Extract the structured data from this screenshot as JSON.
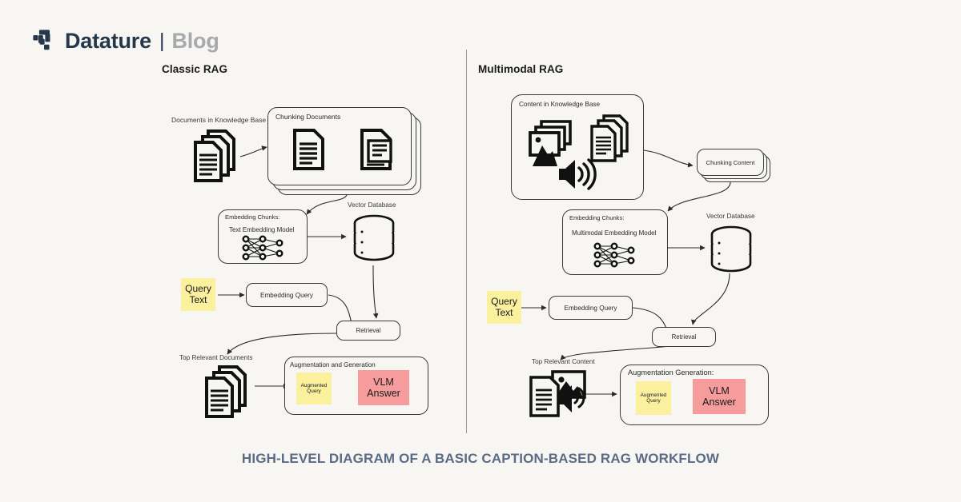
{
  "header": {
    "brand": "Datature",
    "separator": "|",
    "section": "Blog",
    "logo_icon": "datature-logo-icon",
    "brand_color": "#24374B",
    "section_color": "#A7A9AC"
  },
  "page": {
    "background_color": "#F7F6F2",
    "caption": "HIGH-LEVEL DIAGRAM OF A BASIC CAPTION-BASED RAG WORKFLOW",
    "caption_color": "#5A6B86"
  },
  "accents": {
    "yellow": "#FAF09E",
    "pink": "#F79C9C",
    "stroke": "#3A3A3A",
    "divider": "#9A9A96"
  },
  "panels": [
    {
      "id": "classic-rag",
      "title": "Classic RAG",
      "nodes": {
        "knowledge_base_label": "Documents in Knowledge Base",
        "knowledge_base_icon": "stacked-documents-icon",
        "chunking_card_label": "Chunking Documents",
        "chunking_source_icon": "document-icon",
        "chunking_result_icon": "chunked-document-icon",
        "embedding_card_label": "Embedding Chunks:",
        "embedding_model_label": "Text Embedding Model",
        "embedding_model_icon": "neural-network-icon",
        "vector_db_label": "Vector Database",
        "vector_db_icon": "database-cylinder-icon",
        "query_chip": "Query\nText",
        "query_chip_line1": "Query",
        "query_chip_line2": "Text",
        "embedding_query_label": "Embedding Query",
        "retrieval_label": "Retrieval",
        "top_relevant_label": "Top Relevant Documents",
        "top_relevant_icon": "stacked-documents-icon",
        "augmentation_card_label": "Augmentation and Generation",
        "augmented_query_line1": "Augmented",
        "augmented_query_line2": "Query",
        "vlm_answer_line1": "VLM",
        "vlm_answer_line2": "Answer"
      }
    },
    {
      "id": "multimodal-rag",
      "title": "Multimodal RAG",
      "nodes": {
        "knowledge_base_label": "Content in Knowledge Base",
        "knowledge_base_icons": [
          "stacked-images-icon",
          "stacked-documents-icon",
          "speaker-audio-icon"
        ],
        "chunking_card_label": "Chunking Content",
        "embedding_card_label": "Embedding Chunks:",
        "embedding_model_label": "Multimodal Embedding Model",
        "embedding_model_icon": "neural-network-icon",
        "vector_db_label": "Vector Database",
        "vector_db_icon": "database-cylinder-icon",
        "query_chip_line1": "Query",
        "query_chip_line2": "Text",
        "embedding_query_label": "Embedding Query",
        "retrieval_label": "Retrieval",
        "top_relevant_label": "Top Relevant Content",
        "top_relevant_icon": "document-image-audio-icon",
        "augmentation_card_label": "Augmentation Generation:",
        "augmented_query_line1": "Augmented",
        "augmented_query_line2": "Query",
        "vlm_answer_line1": "VLM",
        "vlm_answer_line2": "Answer"
      }
    }
  ]
}
